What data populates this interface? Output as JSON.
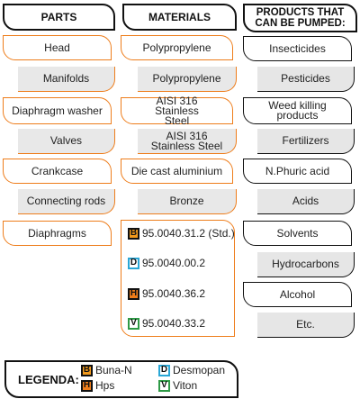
{
  "headers": {
    "parts": "PARTS",
    "materials": "MATERIALS",
    "products": "PRODUCTS THAT CAN BE PUMPED:"
  },
  "parts": [
    "Head",
    "Manifolds",
    "Diaphragm washer",
    "Valves",
    "Crankcase",
    "Connecting rods",
    "Diaphragms"
  ],
  "materials": [
    "Polypropylene",
    "Polypropylene",
    "AISI 316 Stainless Steel",
    "AISI 316 Stainless Steel",
    "Die cast aluminium",
    "Bronze"
  ],
  "diaphragm_codes": [
    {
      "badge": "B",
      "code": "95.0040.31.2 (Std.)"
    },
    {
      "badge": "D",
      "code": "95.0040.00.2"
    },
    {
      "badge": "H",
      "code": "95.0040.36.2"
    },
    {
      "badge": "V",
      "code": "95.0040.33.2"
    }
  ],
  "products": [
    "Insecticides",
    "Pesticides",
    "Weed killing products",
    "Fertilizers",
    "N.Phuric acid",
    "Acids",
    "Solvents",
    "Hydrocarbons",
    "Alcohol",
    "Etc."
  ],
  "legend": {
    "title": "LEGENDA:",
    "items": [
      {
        "badge": "B",
        "label": "Buna-N"
      },
      {
        "badge": "D",
        "label": "Desmopan"
      },
      {
        "badge": "H",
        "label": "Hps"
      },
      {
        "badge": "V",
        "label": "Viton"
      }
    ]
  },
  "colors": {
    "accent_orange": "#ee7d1b",
    "badge_B": "#f29a1c",
    "badge_D": "#2aa7d6",
    "badge_H": "#ee7d1b",
    "badge_V": "#2e9a46",
    "grey_fill": "#e8e8e8"
  }
}
